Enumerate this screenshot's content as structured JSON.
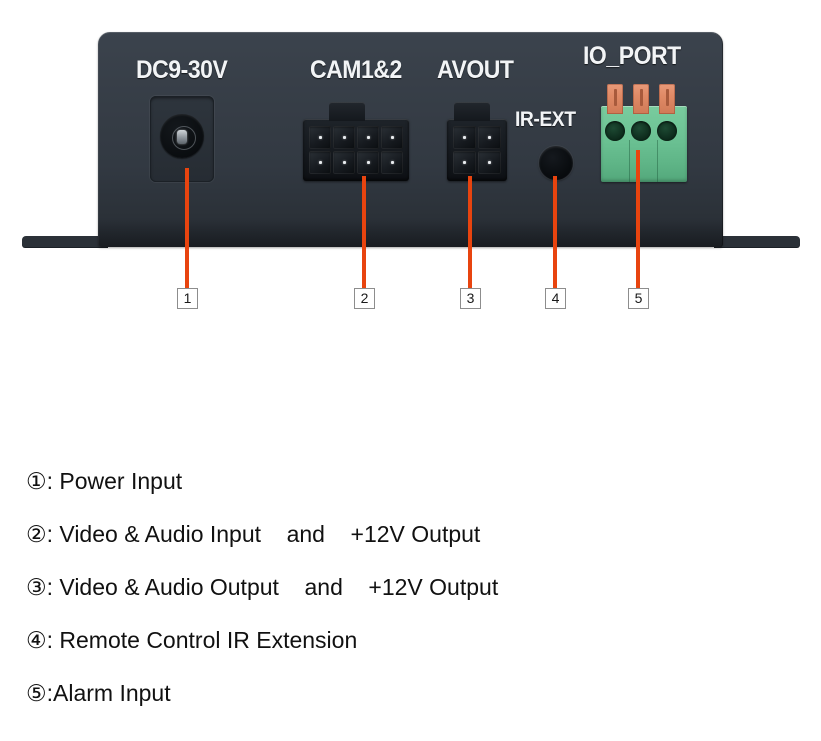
{
  "device": {
    "silkscreen_labels": {
      "power": "DC9-30V",
      "cam": "CAM1&2",
      "avout": "AVOUT",
      "ir": "IR-EXT",
      "io": "IO_PORT"
    },
    "colors": {
      "chassis": "#333a42",
      "callout_line": "#e8440f",
      "terminal_block_green": "#6cc294",
      "terminal_screw_orange": "#e08a66",
      "silkscreen_text": "#f2f4f6"
    },
    "callouts": [
      {
        "number": "1",
        "target": "dc-power-jack"
      },
      {
        "number": "2",
        "target": "cam1-2-connector"
      },
      {
        "number": "3",
        "target": "avout-connector"
      },
      {
        "number": "4",
        "target": "ir-ext-jack"
      },
      {
        "number": "5",
        "target": "io-port-terminal-block"
      }
    ]
  },
  "legend": {
    "items": [
      {
        "marker": "①",
        "text": "①: Power Input"
      },
      {
        "marker": "②",
        "text": "②: Video & Audio Input    and    +12V Output"
      },
      {
        "marker": "③",
        "text": "③: Video & Audio Output    and    +12V Output"
      },
      {
        "marker": "④",
        "text": "④: Remote Control IR Extension"
      },
      {
        "marker": "⑤",
        "text": "⑤:Alarm Input"
      }
    ]
  }
}
